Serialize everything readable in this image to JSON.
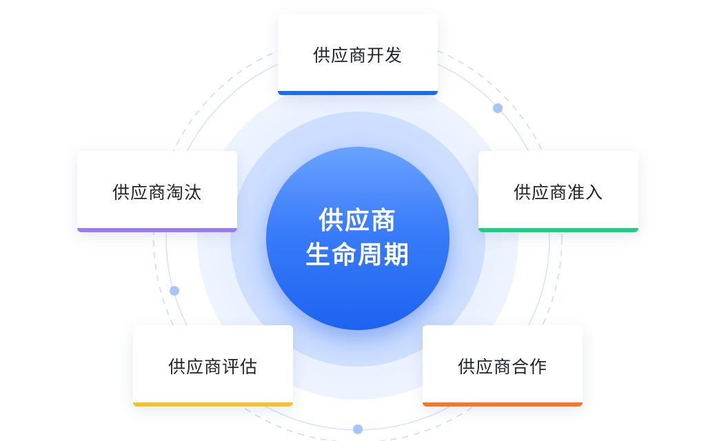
{
  "center": {
    "line1": "供应商",
    "line2": "生命周期"
  },
  "stages": {
    "development": {
      "label": "供应商开发",
      "color": "#1f6bf0"
    },
    "admission": {
      "label": "供应商准入",
      "color": "#17d27e"
    },
    "cooperation": {
      "label": "供应商合作",
      "color": "#f4772b"
    },
    "evaluation": {
      "label": "供应商评估",
      "color": "#f5c12c"
    },
    "elimination": {
      "label": "供应商淘汰",
      "color": "#9b7bf5"
    }
  },
  "palette": {
    "ring": "#d6e2fb",
    "ring_dashed": "#c9daf9",
    "dot": "#a9c4f6"
  }
}
